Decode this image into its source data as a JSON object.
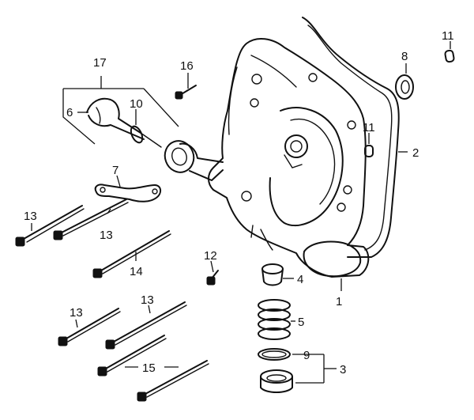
{
  "callouts": {
    "c1": "1",
    "c2": "2",
    "c3": "3",
    "c4": "4",
    "c5": "5",
    "c6": "6",
    "c7": "7",
    "c8": "8",
    "c9": "9",
    "c10": "10",
    "c11a": "11",
    "c11b": "11",
    "c12": "12",
    "c13a": "13",
    "c13b": "13",
    "c13c": "13",
    "c13d": "13",
    "c14": "14",
    "c15": "15",
    "c16": "16",
    "c17": "17"
  }
}
